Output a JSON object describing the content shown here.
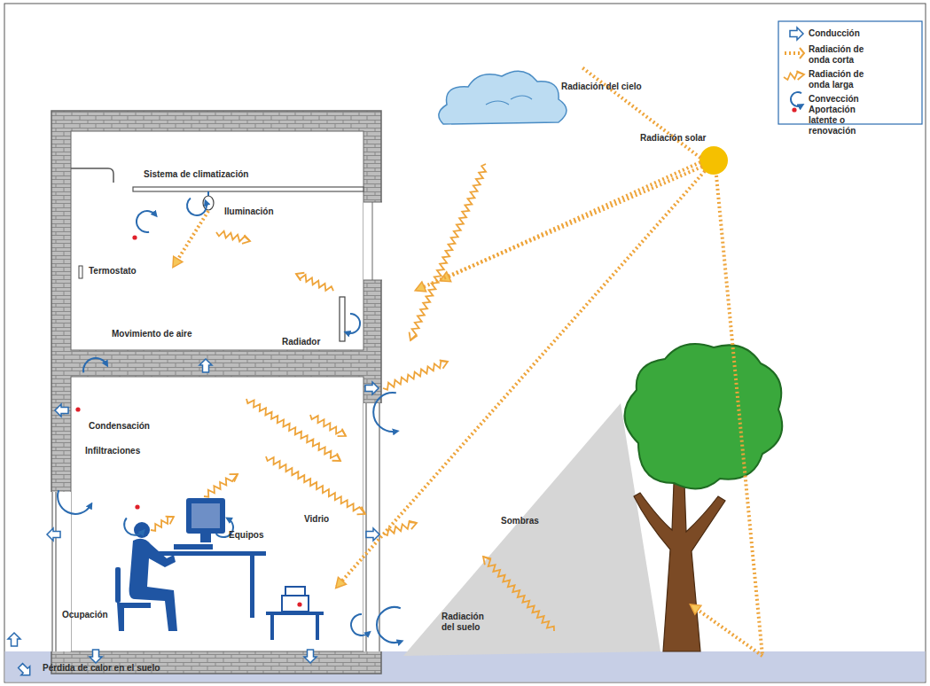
{
  "diagram": {
    "labels": [
      "Radiación del cielo",
      "Radiación solar",
      "Sistema de climatización",
      "Iluminación",
      "Termostato",
      "Radiador",
      "Movimiento de aire",
      "Condensación",
      "Infiltraciones",
      "Vidrio",
      "Equipos",
      "Ocupación",
      "Sombras",
      "Radiación del suelo",
      "Pérdida de calor en el suelo"
    ],
    "legend": [
      {
        "text": "Conducción"
      },
      {
        "text": "Radiación de onda corta"
      },
      {
        "text": "Radiación de onda larga"
      },
      {
        "text": "Convección"
      },
      {
        "text": "Aportación latente o renovación"
      }
    ]
  }
}
